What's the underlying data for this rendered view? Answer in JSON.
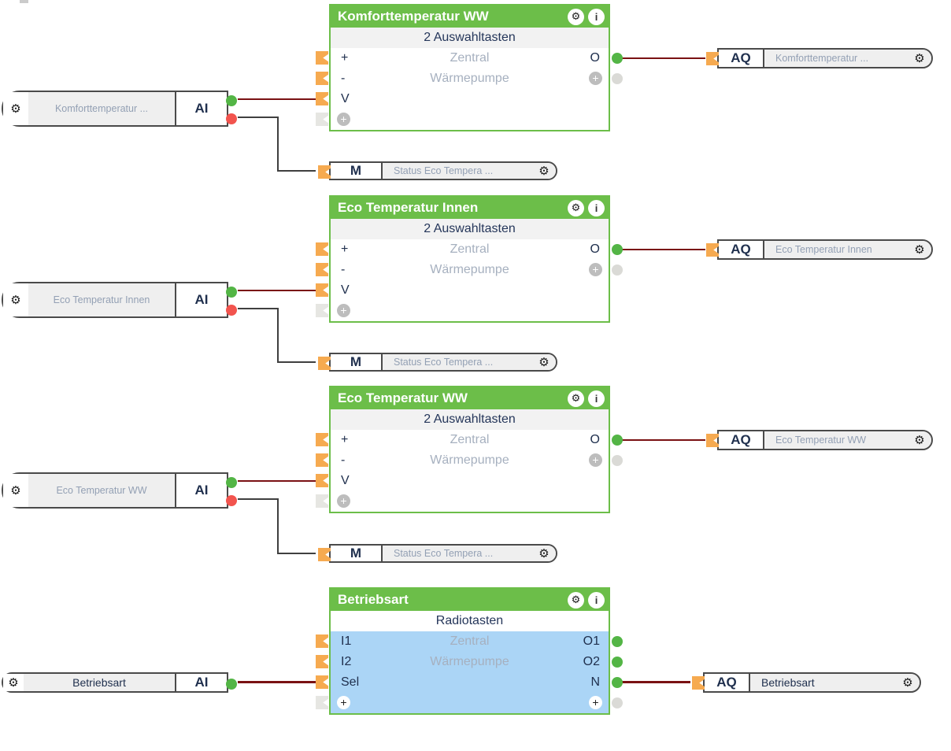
{
  "icons": {
    "gear": "⚙",
    "info": "i",
    "plus": "+"
  },
  "colors": {
    "block_green": "#6CBE49",
    "connector_orange": "#F6AA50",
    "selection_blue": "#ABD5F6",
    "wire_dark_red": "#7A1113",
    "wire_black": "#3F3F3F",
    "dot_green": "#53B545",
    "dot_red": "#F2544E",
    "dot_gray": "#DADAD6",
    "port_navy": "#20304E",
    "gray_text": "#93A0B4"
  },
  "function_blocks": [
    {
      "title": "Komforttemperatur WW",
      "subtitle": "2 Auswahltasten",
      "center1": "Zentral",
      "center2": "Wärmepumpe",
      "in1": "+",
      "in2": "-",
      "in3": "V",
      "out1": "O"
    },
    {
      "title": "Eco Temperatur Innen",
      "subtitle": "2 Auswahltasten",
      "center1": "Zentral",
      "center2": "Wärmepumpe",
      "in1": "+",
      "in2": "-",
      "in3": "V",
      "out1": "O"
    },
    {
      "title": "Eco Temperatur WW",
      "subtitle": "2 Auswahltasten",
      "center1": "Zentral",
      "center2": "Wärmepumpe",
      "in1": "+",
      "in2": "-",
      "in3": "V",
      "out1": "O"
    },
    {
      "title": "Betriebsart",
      "subtitle": "Radiotasten",
      "center1": "Zentral",
      "center2": "Wärmepumpe",
      "in1": "I1",
      "in2": "I2",
      "in3": "Sel",
      "out1": "O1",
      "out2": "O2",
      "out3": "N"
    }
  ],
  "ai_blocks": [
    {
      "tag": "AI",
      "label": "Komforttemperatur ..."
    },
    {
      "tag": "AI",
      "label": "Eco Temperatur Innen"
    },
    {
      "tag": "AI",
      "label": "Eco Temperatur WW"
    },
    {
      "tag": "AI",
      "label": "Betriebsart"
    }
  ],
  "aq_blocks": [
    {
      "tag": "AQ",
      "label": "Komforttemperatur ..."
    },
    {
      "tag": "AQ",
      "label": "Eco Temperatur Innen"
    },
    {
      "tag": "AQ",
      "label": "Eco Temperatur WW"
    },
    {
      "tag": "AQ",
      "label": "Betriebsart"
    }
  ],
  "m_blocks": [
    {
      "tag": "M",
      "label": "Status Eco Tempera ..."
    },
    {
      "tag": "M",
      "label": "Status Eco Tempera ..."
    },
    {
      "tag": "M",
      "label": "Status Eco Tempera ..."
    }
  ]
}
